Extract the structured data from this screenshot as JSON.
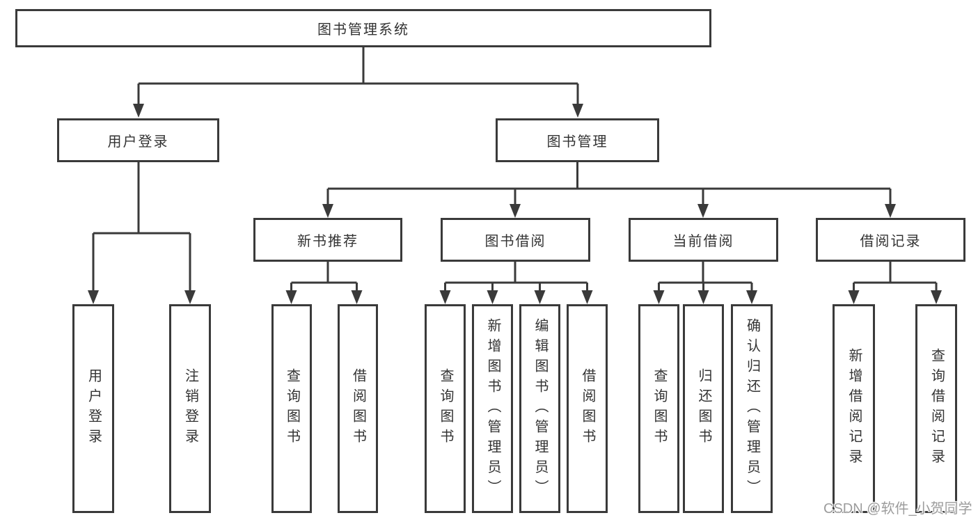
{
  "tree": {
    "root": {
      "label": "图书管理系统",
      "children": [
        {
          "label": "用户登录",
          "children": [
            {
              "label": "用户登录"
            },
            {
              "label": "注销登录"
            }
          ]
        },
        {
          "label": "图书管理",
          "children": [
            {
              "label": "新书推荐",
              "children": [
                {
                  "label": "查询图书"
                },
                {
                  "label": "借阅图书"
                }
              ]
            },
            {
              "label": "图书借阅",
              "children": [
                {
                  "label": "查询图书"
                },
                {
                  "label": "新增图书（管理员）"
                },
                {
                  "label": "编辑图书（管理员）"
                },
                {
                  "label": "借阅图书"
                }
              ]
            },
            {
              "label": "当前借阅",
              "children": [
                {
                  "label": "查询图书"
                },
                {
                  "label": "归还图书"
                },
                {
                  "label": "确认归还（管理员）"
                }
              ]
            },
            {
              "label": "借阅记录",
              "children": [
                {
                  "label": "新增借阅记录"
                },
                {
                  "label": "查询借阅记录"
                }
              ]
            }
          ]
        }
      ]
    }
  },
  "watermark": {
    "text": "CSDN @软件_小贺同学"
  },
  "colors": {
    "line": "#3a3a3a",
    "text": "#333333",
    "background": "#ffffff",
    "watermark": "#9c9c9c"
  }
}
